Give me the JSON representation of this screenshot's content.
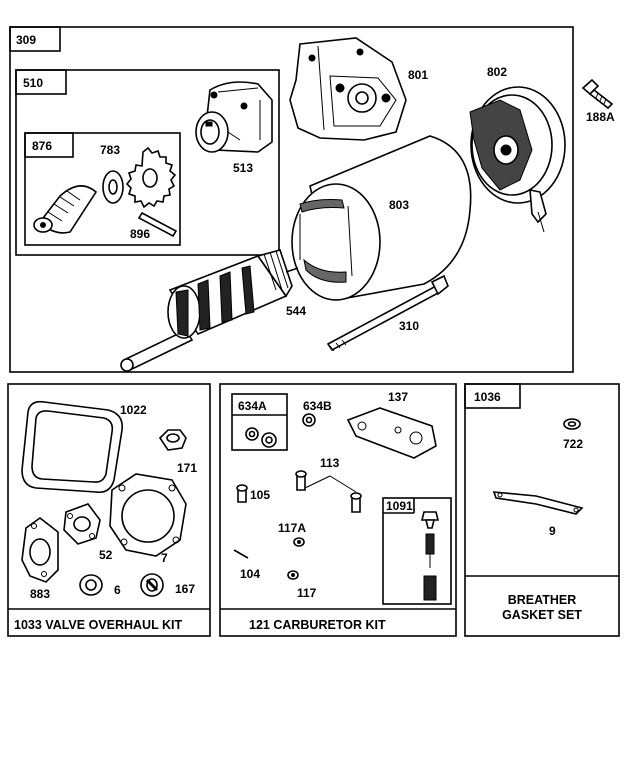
{
  "diagram": {
    "boxes": {
      "main": "309",
      "sub_510": "510",
      "sub_876": "876",
      "carb_634a": "634A",
      "carb_1091": "1091",
      "breather": "1036"
    },
    "parts": {
      "p801": "801",
      "p802": "802",
      "p188a": "188A",
      "p783": "783",
      "p513": "513",
      "p896": "896",
      "p803": "803",
      "p544": "544",
      "p310": "310",
      "p1022": "1022",
      "p171": "171",
      "p52": "52",
      "p7": "7",
      "p883": "883",
      "p6": "6",
      "p167": "167",
      "p634b": "634B",
      "p137": "137",
      "p113": "113",
      "p105": "105",
      "p117a": "117A",
      "p104": "104",
      "p117": "117",
      "p722": "722",
      "p9": "9"
    },
    "kits": {
      "valve": "1033 VALVE OVERHAUL KIT",
      "carb": "121 CARBURETOR KIT",
      "breather_line1": "BREATHER",
      "breather_line2": "GASKET SET"
    }
  }
}
